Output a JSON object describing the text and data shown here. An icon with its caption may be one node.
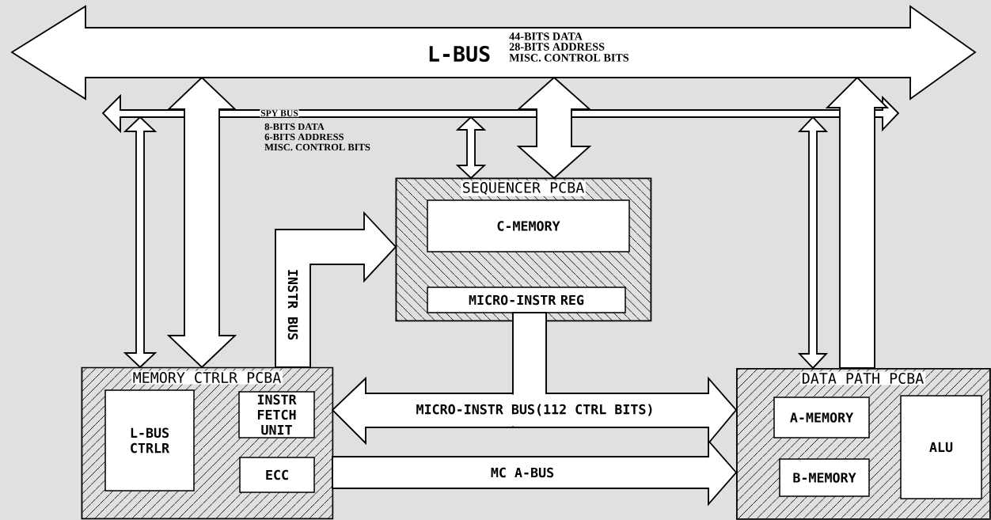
{
  "diagram": {
    "nodes": [
      {
        "text": [
          "L-BUS",
          "44-BITS DATA",
          "28-BITS ADDRESS",
          "MISC. CONTROL BITS"
        ]
      },
      {
        "text": [
          "SPY BUS",
          "8-BITS DATA",
          "6-BITS ADDRESS",
          "MISC. CONTROL BITS"
        ]
      },
      {
        "text": [
          "SEQUENCER PCBA"
        ]
      },
      {
        "text": [
          "C-MEMORY"
        ],
        "in": 2
      },
      {
        "text": [
          "MICRO-INSTR REG"
        ],
        "in": 2
      },
      {
        "text": [
          "MEMORY CTRLR PCBA"
        ]
      },
      {
        "text": [
          "L-BUS CTRLR"
        ],
        "in": 5
      },
      {
        "text": [
          "INSTR FETCH UNIT"
        ],
        "in": 5
      },
      {
        "text": [
          "ECC"
        ],
        "in": 5
      },
      {
        "text": [
          "DATA PATH PCBA"
        ]
      },
      {
        "text": [
          "A-MEMORY"
        ],
        "in": 9
      },
      {
        "text": [
          "B-MEMORY"
        ],
        "in": 9
      },
      {
        "text": [
          "ALU"
        ],
        "in": 9
      }
    ],
    "edges": [
      {
        "from": 5,
        "to": 0,
        "arrow": "both"
      },
      {
        "from": 5,
        "to": 1,
        "arrow": "both"
      },
      {
        "from": 2,
        "to": 0,
        "arrow": "both"
      },
      {
        "from": 2,
        "to": 1,
        "arrow": "both"
      },
      {
        "from": 9,
        "to": 1,
        "arrow": "both"
      },
      {
        "from": 9,
        "to": 0,
        "arrow": "to"
      },
      {
        "from": 5,
        "to": 2,
        "arrow": "to",
        "label": "INSTR BUS"
      },
      {
        "from": 4,
        "to": 5,
        "arrow": "to",
        "label": "MICRO-INSTR BUS(112 CTRL BITS)"
      },
      {
        "from": 4,
        "to": 9,
        "arrow": "to"
      },
      {
        "from": 5,
        "to": 9,
        "arrow": "to",
        "label": "MC A-BUS"
      }
    ]
  }
}
